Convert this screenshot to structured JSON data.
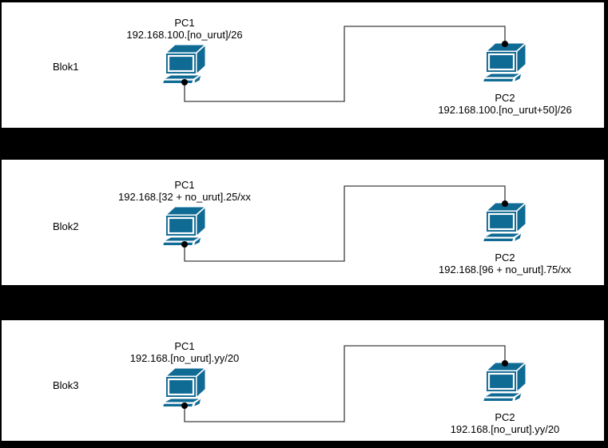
{
  "diagram": {
    "colors": {
      "pc_fill": "#0F6A94",
      "wire": "#3D3D3D",
      "connector_dot": "#000000",
      "band": "#000000",
      "block_background": "#FFFFFF"
    },
    "blocks": [
      {
        "label": "Blok1",
        "pc1": {
          "name": "PC1",
          "ip": "192.168.100.[no_urut]/26",
          "icon": "desktop-pc-icon"
        },
        "pc2": {
          "name": "PC2",
          "ip": "192.168.100.[no_urut+50]/26",
          "icon": "desktop-pc-icon"
        }
      },
      {
        "label": "Blok2",
        "pc1": {
          "name": "PC1",
          "ip": "192.168.[32 + no_urut].25/xx",
          "icon": "desktop-pc-icon"
        },
        "pc2": {
          "name": "PC2",
          "ip": "192.168.[96 + no_urut].75/xx",
          "icon": "desktop-pc-icon"
        }
      },
      {
        "label": "Blok3",
        "pc1": {
          "name": "PC1",
          "ip": "192.168.[no_urut].yy/20",
          "icon": "desktop-pc-icon"
        },
        "pc2": {
          "name": "PC2",
          "ip": "192.168.[no_urut].yy/20",
          "icon": "desktop-pc-icon"
        }
      }
    ]
  }
}
